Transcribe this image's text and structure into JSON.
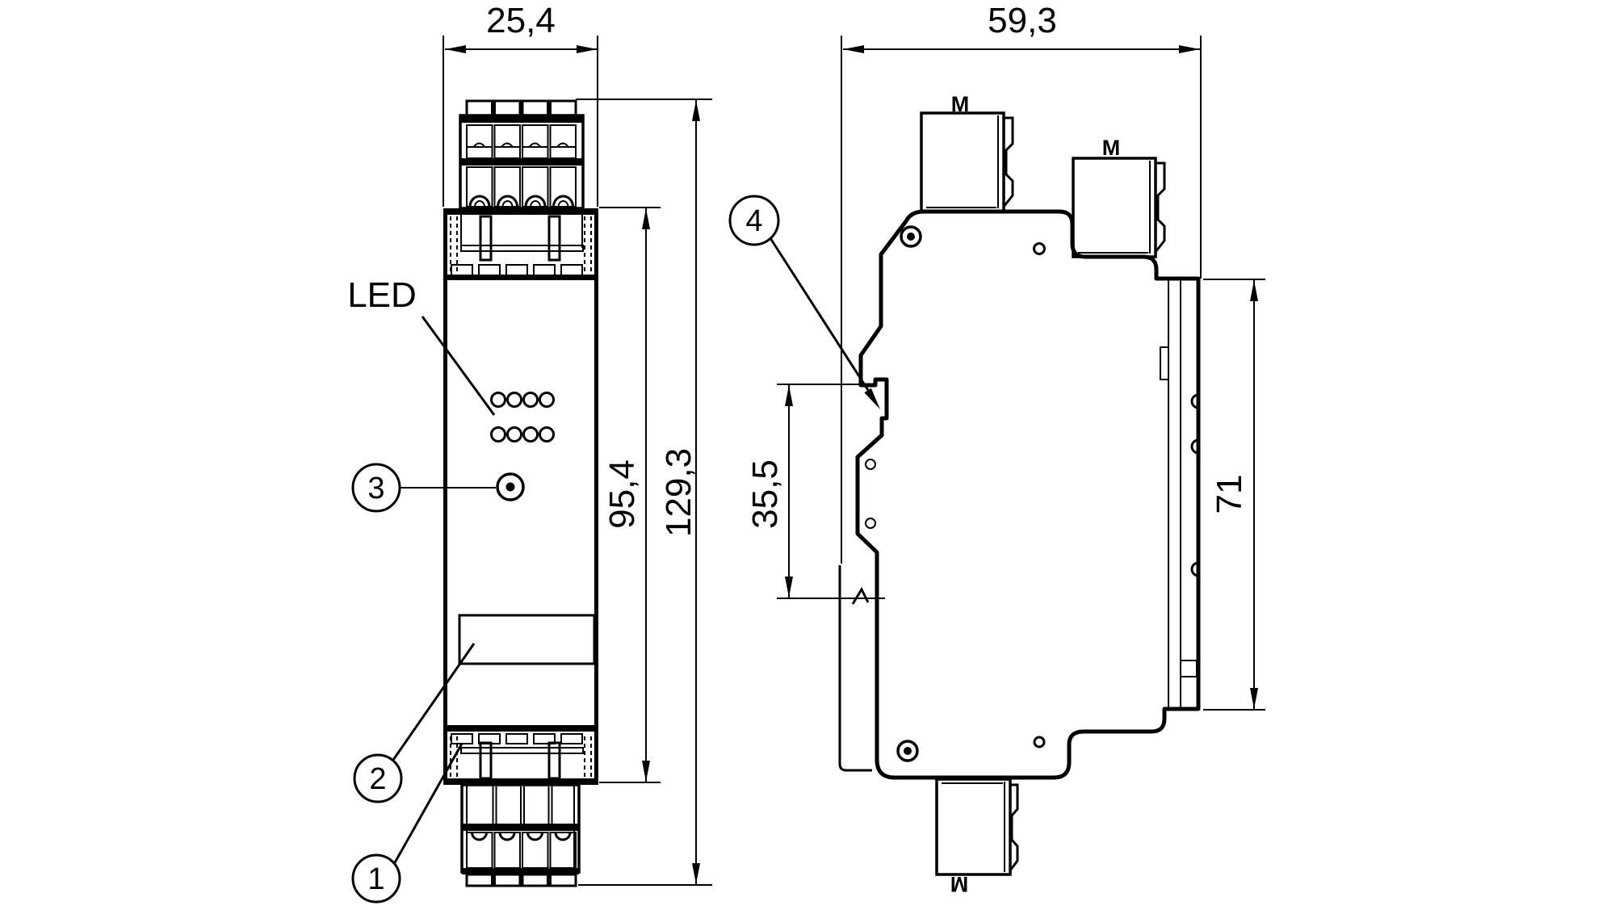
{
  "front_view": {
    "led_label": "LED",
    "dim_width": "25,4",
    "dim_body_height": "95,4",
    "dim_total_height": "129,3",
    "callout_1": "1",
    "callout_2": "2",
    "callout_3": "3"
  },
  "side_view": {
    "dim_depth": "59,3",
    "dim_clip_offset": "35,5",
    "dim_rear_height": "71",
    "callout_4": "4",
    "connector_label_top_left": "M",
    "connector_label_top_right": "M",
    "connector_label_bottom": "M"
  },
  "colors": {
    "line": "#000000",
    "background": "#ffffff"
  }
}
